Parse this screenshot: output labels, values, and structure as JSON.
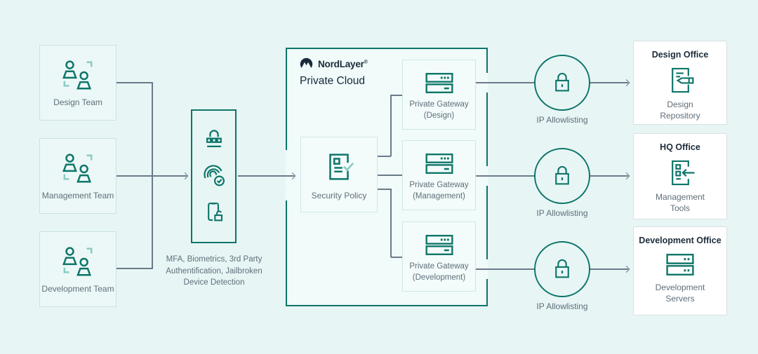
{
  "colors": {
    "background": "#e7f6f5",
    "brand_teal": "#0e7569",
    "teal_light": "#8ccbc1",
    "navy": "#1b2b3a",
    "gray_text": "#5f6e79",
    "connector_gray": "#6b7a88",
    "cloud_fill": "#f0fbfa",
    "inner_box_fill": "#f3fcfb",
    "inner_box_border": "#d0e7e4",
    "office_fill": "#ffffff",
    "office_border": "#d8e0e3"
  },
  "teams": [
    {
      "label": "Design Team"
    },
    {
      "label": "Management Team"
    },
    {
      "label": "Development Team"
    }
  ],
  "auth_gate": {
    "caption_lines": [
      "MFA, Biometrics, 3rd Party",
      "Authentification, Jailbroken",
      "Device Detection"
    ]
  },
  "private_cloud": {
    "brand": "NordLayer",
    "reg_mark": "®",
    "title": "Private Cloud",
    "security_policy_label": "Security Policy",
    "gateways": [
      {
        "line1": "Private Gateway",
        "line2": "(Design)"
      },
      {
        "line1": "Private Gateway",
        "line2": "(Management)"
      },
      {
        "line1": "Private Gateway",
        "line2": "(Development)"
      }
    ]
  },
  "allowlisting": {
    "label": "IP Allowlisting"
  },
  "offices": [
    {
      "title": "Design Office",
      "sub_line1": "Design",
      "sub_line2": "Repository"
    },
    {
      "title": "HQ Office",
      "sub_line1": "Management",
      "sub_line2": "Tools"
    },
    {
      "title": "Development Office",
      "sub_line1": "Development",
      "sub_line2": "Servers"
    }
  ]
}
